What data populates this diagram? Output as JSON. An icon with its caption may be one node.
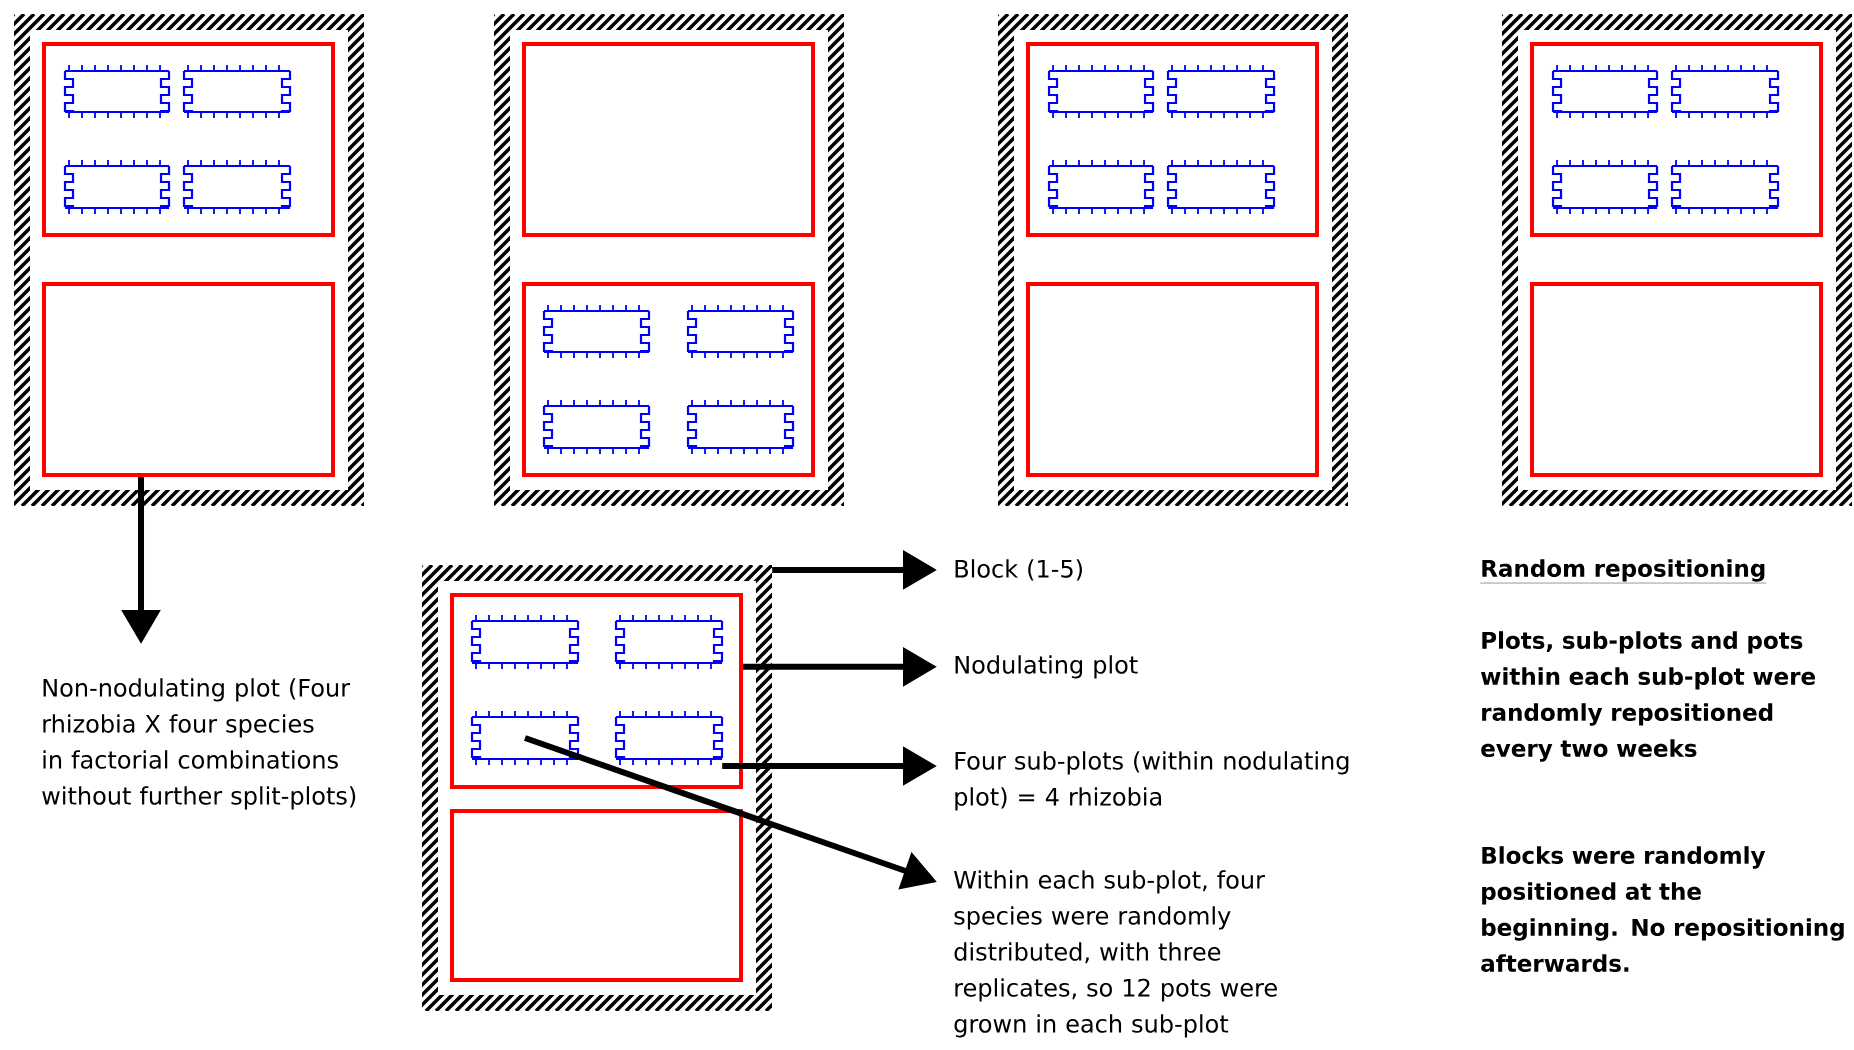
{
  "diagram": {
    "nodes": [
      {
        "text": [],
        "shape": "box"
      },
      {
        "text": [],
        "shape": "box",
        "in": 0
      },
      {
        "text": [],
        "shape": "box",
        "in": 1
      },
      {
        "text": [],
        "shape": "box",
        "in": 1
      },
      {
        "text": [],
        "shape": "box",
        "in": 1
      },
      {
        "text": [],
        "shape": "box",
        "in": 1
      },
      {
        "text": [],
        "shape": "box",
        "in": 0
      },
      {
        "text": [],
        "shape": "box"
      },
      {
        "text": [],
        "shape": "box",
        "in": 7
      },
      {
        "text": [],
        "shape": "box",
        "in": 7
      },
      {
        "text": [],
        "shape": "box",
        "in": 9
      },
      {
        "text": [],
        "shape": "box",
        "in": 9
      },
      {
        "text": [],
        "shape": "box",
        "in": 9
      },
      {
        "text": [],
        "shape": "box",
        "in": 9
      },
      {
        "text": [],
        "shape": "box"
      },
      {
        "text": [],
        "shape": "box",
        "in": 14
      },
      {
        "text": [],
        "shape": "box",
        "in": 15
      },
      {
        "text": [],
        "shape": "box",
        "in": 15
      },
      {
        "text": [],
        "shape": "box",
        "in": 15
      },
      {
        "text": [],
        "shape": "box",
        "in": 15
      },
      {
        "text": [],
        "shape": "box",
        "in": 14
      },
      {
        "text": [],
        "shape": "box"
      },
      {
        "text": [],
        "shape": "box",
        "in": 21
      },
      {
        "text": [],
        "shape": "box",
        "in": 22
      },
      {
        "text": [],
        "shape": "box",
        "in": 22
      },
      {
        "text": [],
        "shape": "box",
        "in": 22
      },
      {
        "text": [],
        "shape": "box",
        "in": 22
      },
      {
        "text": [],
        "shape": "box",
        "in": 21
      },
      {
        "text": [],
        "shape": "box"
      },
      {
        "text": [],
        "shape": "box",
        "in": 28
      },
      {
        "text": [],
        "shape": "box",
        "in": 29
      },
      {
        "text": [],
        "shape": "box",
        "in": 29
      },
      {
        "text": [],
        "shape": "box",
        "in": 29
      },
      {
        "text": [],
        "shape": "box",
        "in": 29
      },
      {
        "text": [],
        "shape": "box",
        "in": 28
      },
      {
        "text": [
          "Non-nodulating plot (Four rhizobia X four species in factorial combinations without further split-plots)"
        ]
      },
      {
        "text": [
          "Block (1-5)"
        ]
      },
      {
        "text": [
          "Nodulating plot"
        ]
      },
      {
        "text": [
          "Four sub-plots (within nodulating plot) = 4 rhizobia"
        ]
      },
      {
        "text": [
          "Within each sub-plot, four species were randomly distributed, with three replicates, so 12 pots were grown in each sub-plot"
        ]
      }
    ],
    "edges": [
      {
        "from": 6,
        "to": 35,
        "arrow": "to"
      },
      {
        "from": 28,
        "to": 36,
        "arrow": "to"
      },
      {
        "from": 29,
        "to": 37,
        "arrow": "to"
      },
      {
        "from": 33,
        "to": 38,
        "arrow": "to"
      },
      {
        "from": 32,
        "to": 39,
        "arrow": "to"
      }
    ],
    "labels": [
      "Random repositioning",
      "Plots, sub-plots and pots within each sub-plot were randomly repositioned every two weeks",
      "Blocks were randomly positioned at the beginning. No repositioning afterwards."
    ]
  }
}
